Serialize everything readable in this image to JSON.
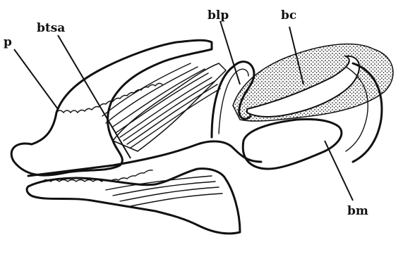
{
  "labels": {
    "p": "p",
    "btsa": "btsa",
    "blp": "blp",
    "bc": "bc",
    "bm": "bm"
  }
}
